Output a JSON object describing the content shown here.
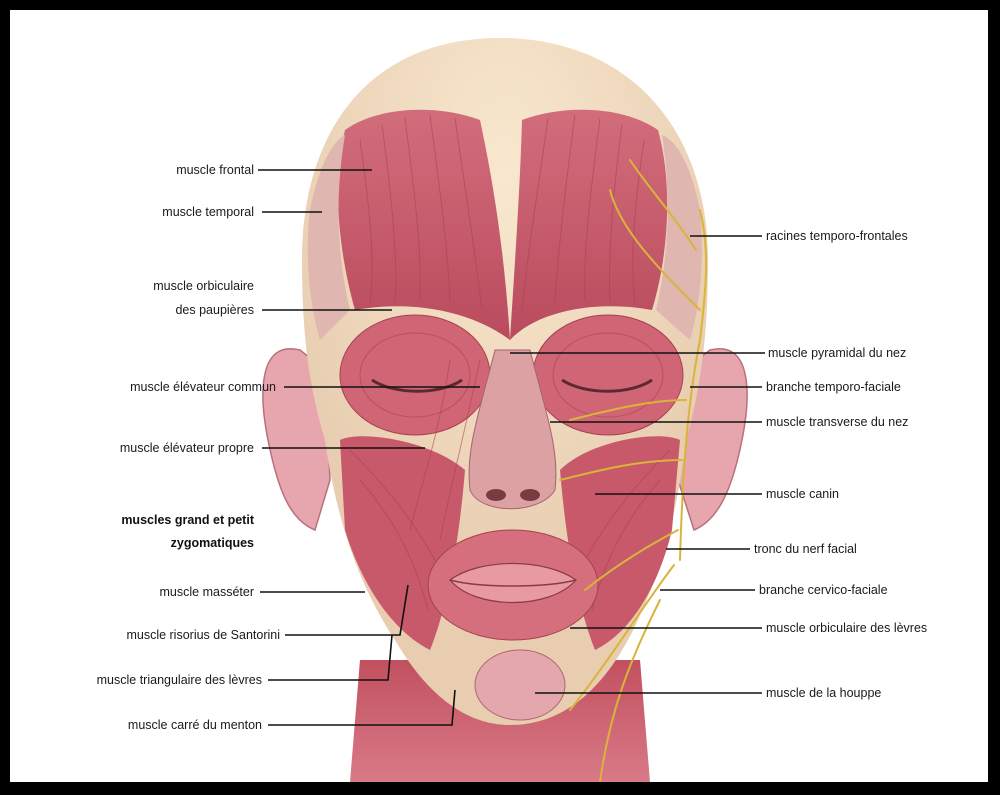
{
  "labels_left": {
    "frontal": "muscle frontal",
    "temporal": "muscle temporal",
    "orbiculaire_paupieres_1": "muscle orbiculaire",
    "orbiculaire_paupieres_2": "des paupières",
    "elevateur_commun": "muscle élévateur commun",
    "elevateur_propre": "muscle élévateur propre",
    "zygomatiques_1": "muscles grand et petit",
    "zygomatiques_2": "zygomatiques",
    "masseter": "muscle masséter",
    "risorius": "muscle risorius de Santorini",
    "triangulaire": "muscle triangulaire des lèvres",
    "carre_menton": "muscle carré du menton"
  },
  "labels_right": {
    "racines": "racines temporo-frontales",
    "pyramidal": "muscle pyramidal du nez",
    "branche_temporo": "branche temporo-faciale",
    "transverse": "muscle transverse du nez",
    "canin": "muscle canin",
    "tronc": "tronc du nerf facial",
    "branche_cervico": "branche cervico-faciale",
    "orbiculaire_levres": "muscle orbiculaire des lèvres",
    "houppe": "muscle de la houppe"
  },
  "colors": {
    "frame": "#000000",
    "background": "#ffffff",
    "muscle": "#c55a6a",
    "muscle_light": "#e59aa4",
    "skull": "#f2dcc0",
    "nerve": "#d9b43a"
  }
}
